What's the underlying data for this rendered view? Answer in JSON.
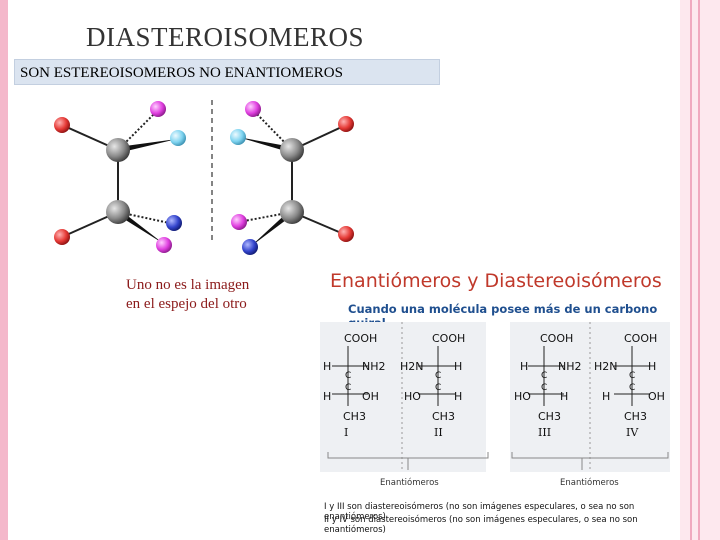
{
  "slide": {
    "title": "DIASTEROISOMEROS",
    "subtitle": "SON ESTEREOISOMEROS NO ENANTIOMEROS",
    "caption_line1": "Uno no es la imagen",
    "caption_line2": "en el espejo del otro"
  },
  "colors": {
    "red": "#e53935",
    "magenta": "#e040e0",
    "cyan": "#7fd4f0",
    "blue": "#3344cc",
    "grey": "#8c8c8c"
  },
  "embedded_image": {
    "title": "Enantiómeros y Diastereoisómeros",
    "subtitle": "Cuando una molécula posee más de un carbono quiral",
    "structures": [
      {
        "top": "COOH",
        "row1_left": "H",
        "row1_right": "NH2",
        "row2_left": "H",
        "row2_right": "OH",
        "bottom": "CH3",
        "label": "I"
      },
      {
        "top": "COOH",
        "row1_left": "H2N",
        "row1_right": "H",
        "row2_left": "HO",
        "row2_right": "H",
        "bottom": "CH3",
        "label": "II"
      },
      {
        "top": "COOH",
        "row1_left": "H",
        "row1_right": "NH2",
        "row2_left": "HO",
        "row2_right": "H",
        "bottom": "CH3",
        "label": "III"
      },
      {
        "top": "COOH",
        "row1_left": "H2N",
        "row1_right": "H",
        "row2_left": "H",
        "row2_right": "OH",
        "bottom": "CH3",
        "label": "IV"
      }
    ],
    "enantiomer_label_1": "Enantiómeros",
    "enantiomer_label_2": "Enantiómeros",
    "footnote1": "I y III son diastereoisómeros (no son imágenes especulares, o sea no son enantiómeros)",
    "footnote2": "II y IV son diastereoisómeros (no son imágenes especulares, o sea no son enantiómeros)"
  }
}
